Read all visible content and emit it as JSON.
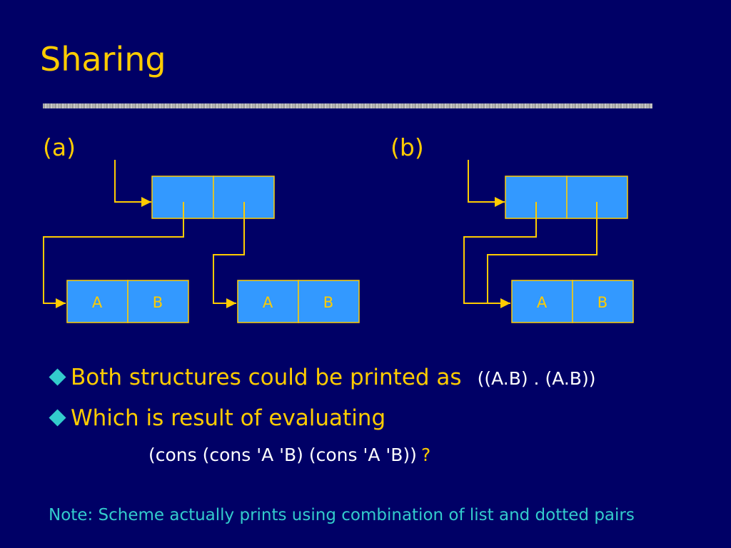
{
  "slide": {
    "title": "Sharing",
    "labels": {
      "a": "(a)",
      "b": "(b)"
    },
    "cells": {
      "a": "A",
      "b": "B"
    },
    "bullets": [
      {
        "text": "Both structures could be printed as",
        "code": "((A.B) . (A.B))"
      },
      {
        "text": "Which is result of evaluating"
      }
    ],
    "expression": "(cons (cons 'A 'B) (cons 'A 'B))",
    "question_mark": "?",
    "note": "Note: Scheme actually prints using combination of list and dotted pairs"
  },
  "colors": {
    "background": "#000066",
    "accent": "#FFCC00",
    "cell_fill": "#3399FF",
    "note": "#33CCCC",
    "text": "#FFFFFF"
  }
}
